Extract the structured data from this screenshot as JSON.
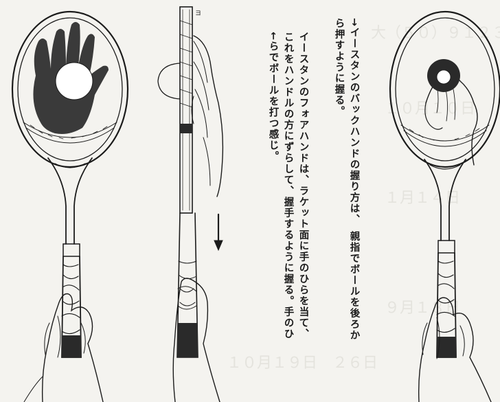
{
  "caption": {
    "backhand_line1": "→イースタンのバックハンドの握り方は、　親指でボールを後ろか",
    "backhand_line2": "ら押すように握る。",
    "forehand_line1": "イースタンのフォアハンドは、ラケット面に手のひらを当て、",
    "forehand_line2": "これをハンドルの方にずらして、握手するように握る。手のひ",
    "forehand_line3": "←らでボールを打つ感じ。"
  },
  "colors": {
    "paper": "#f4f3ef",
    "ink": "#1b1b1b",
    "hand_print": "#3a3a3a",
    "show_through": "#d8d6d0"
  },
  "figures": [
    {
      "name": "racket-face-palm-print"
    },
    {
      "name": "racket-side-view-forehand-grip"
    },
    {
      "name": "racket-backhand-thumb-grip"
    }
  ]
}
